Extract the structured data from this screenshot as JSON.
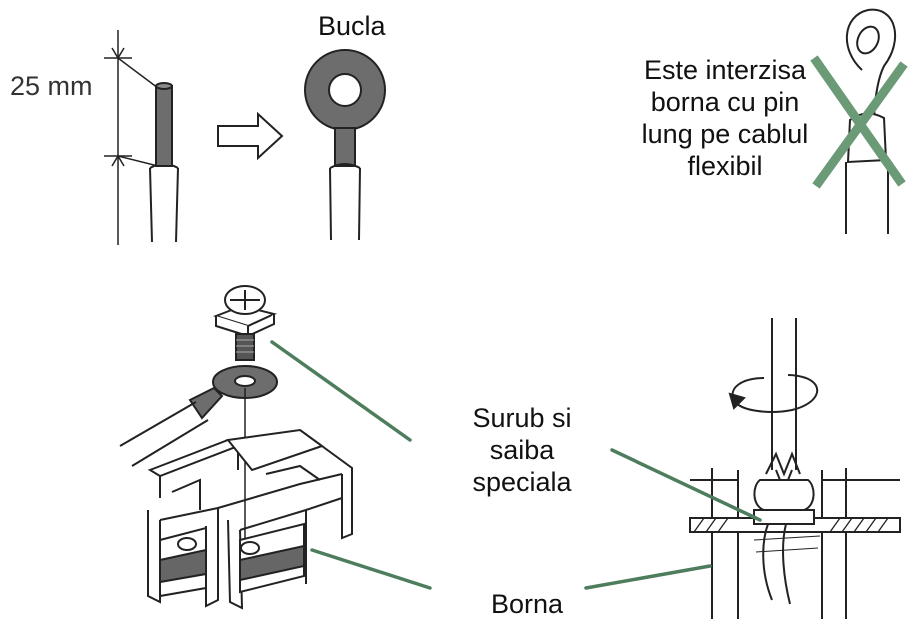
{
  "labels": {
    "dimension": "25 mm",
    "loop": "Bucla",
    "forbidden_line1": "Este interzisa",
    "forbidden_line2": "borna cu pin",
    "forbidden_line3": "lung pe cablul",
    "forbidden_line4": "flexibil",
    "screw_line1": "Surub si",
    "screw_line2": "saiba",
    "screw_line3": "speciala",
    "terminal": "Borna"
  },
  "colors": {
    "leader_line": "#4e7d5d",
    "forbidden_cross": "#6b9a76",
    "line_art": "#222222",
    "wire_conductor": "#6d6d6d"
  },
  "icons": {
    "arrow": "hollow-right-arrow",
    "rotation": "counterclockwise-arrow"
  }
}
